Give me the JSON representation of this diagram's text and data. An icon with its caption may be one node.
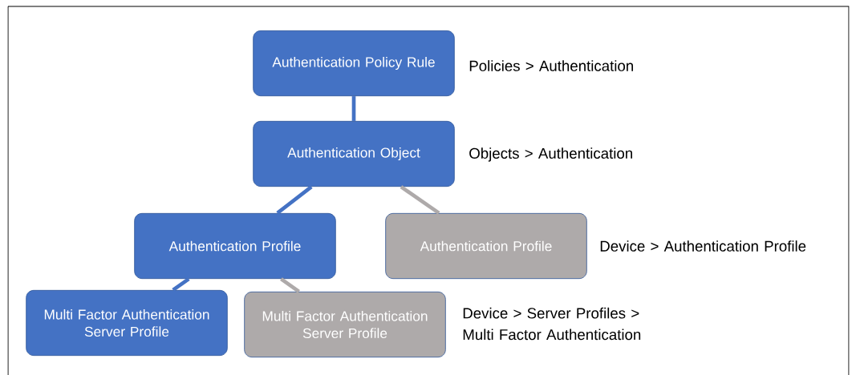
{
  "diagram": {
    "nodes": [
      {
        "text": [
          "Authentication Policy Rule"
        ],
        "beside": [
          "Policies > Authentication"
        ]
      },
      {
        "text": [
          "Authentication Object"
        ],
        "beside": [
          "Objects > Authentication"
        ]
      },
      {
        "text": [
          "Authentication Profile"
        ]
      },
      {
        "text": [
          "Authentication Profile"
        ],
        "beside": [
          "Device > Authentication Profile"
        ]
      },
      {
        "text": [
          "Multi Factor Authentication Server Profile"
        ]
      },
      {
        "text": [
          "Multi Factor Authentication Server Profile"
        ],
        "beside": [
          "Device > Server Profiles > Multi Factor Authentication"
        ]
      }
    ],
    "edges": [
      {
        "from": 0,
        "to": 1,
        "arrow": "none"
      },
      {
        "from": 1,
        "to": 2,
        "arrow": "none"
      },
      {
        "from": 1,
        "to": 3,
        "arrow": "none",
        "color": "#aeaaaa"
      },
      {
        "from": 2,
        "to": 4,
        "arrow": "none"
      },
      {
        "from": 2,
        "to": 5,
        "arrow": "none",
        "color": "#aeaaaa"
      }
    ]
  }
}
